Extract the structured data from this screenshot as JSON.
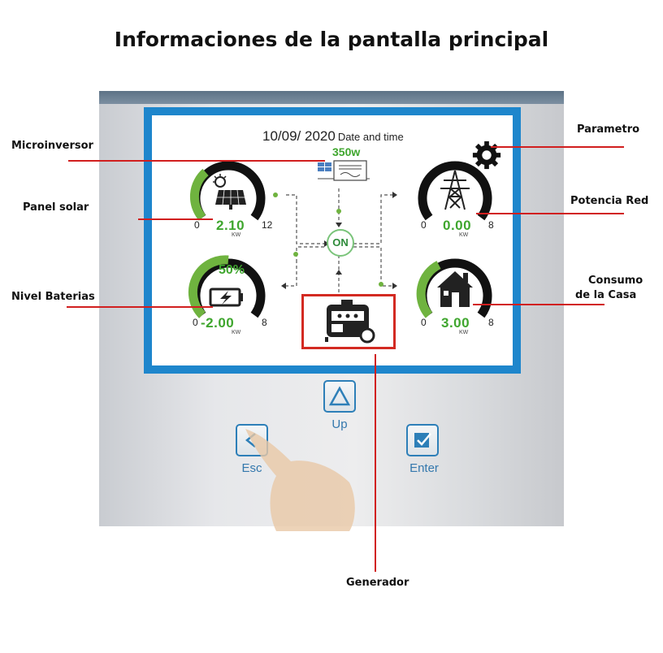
{
  "title": "Informaciones de la pantalla principal",
  "screen": {
    "datetime": "10/09/ 2020",
    "datetime_caption": "Date and time",
    "on_label": "ON",
    "microinverter_power": "350w",
    "solar": {
      "min": "0",
      "max": "12",
      "value": "2.10",
      "unit": "KW",
      "fill_fraction": 0.18
    },
    "grid": {
      "min": "0",
      "max": "8",
      "value": "0.00",
      "unit": "KW",
      "fill_fraction": 0.0
    },
    "battery": {
      "min": "0",
      "max": "8",
      "value": "-2.00",
      "unit": "KW",
      "percent": "50%",
      "fill_fraction": 0.5
    },
    "home": {
      "min": "0",
      "max": "8",
      "value": "3.00",
      "unit": "KW",
      "fill_fraction": 0.38
    },
    "colors": {
      "accent_green": "#3fa62e",
      "frame_blue": "#1e86cc",
      "highlight_red": "#d32a22"
    }
  },
  "buttons": {
    "up": "Up",
    "esc": "Esc",
    "enter": "Enter"
  },
  "callouts": {
    "microinversor": "Microinversor",
    "panel_solar": "Panel solar",
    "nivel_baterias": "Nivel Baterias",
    "parametro": "Parametro",
    "potencia_red": "Potencia Red",
    "consumo_line1": "Consumo",
    "consumo_line2": "de la Casa",
    "generador": "Generador"
  },
  "icons": [
    "gear-icon",
    "solar-panel-icon",
    "transmission-tower-icon",
    "battery-icon",
    "house-icon",
    "microinverter-icon",
    "generator-icon",
    "up-arrow-icon",
    "back-arrow-icon",
    "checkbox-icon"
  ]
}
